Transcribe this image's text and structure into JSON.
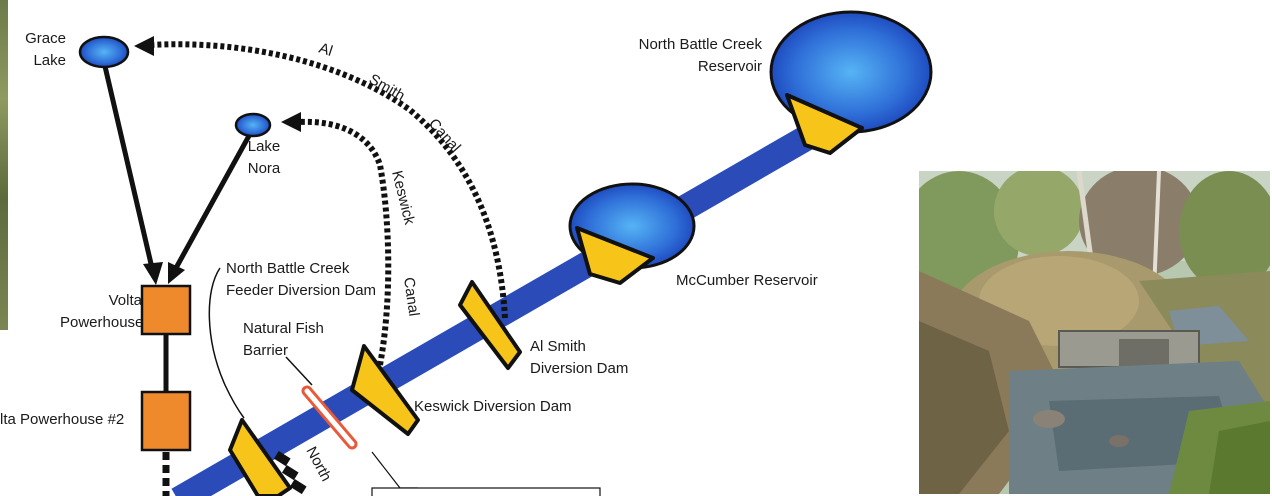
{
  "labels": {
    "grace_lake": [
      "Grace",
      "Lake"
    ],
    "lake_nora": [
      "Lake",
      "Nora"
    ],
    "north_battle_creek_reservoir": [
      "North Battle Creek",
      "Reservoir"
    ],
    "mccumber_reservoir": "McCumber Reservoir",
    "volta_powerhouse": [
      "Volta",
      "Powerhouse"
    ],
    "volta_powerhouse_2": "lta Powerhouse #2",
    "feeder_dam": [
      "North Battle Creek",
      "Feeder Diversion Dam"
    ],
    "natural_fish_barrier": [
      "Natural Fish",
      "Barrier"
    ],
    "al_smith_dam": [
      "Al Smith",
      "Diversion Dam"
    ],
    "keswick_dam": "Keswick Diversion Dam",
    "al_smith_canal": [
      "Al",
      "Smith",
      "Canal"
    ],
    "keswick_canal": [
      "Keswick",
      "Canal"
    ],
    "north_creek": "North"
  },
  "colors": {
    "creek": "#2a4bb8",
    "reservoir": "#2f6fd8",
    "reservoir_center": "#4fa3f0",
    "dam": "#f7c51a",
    "powerhouse": "#ef8a2c",
    "fish_barrier": "#e85a3a",
    "canal": "#111111"
  },
  "icons": {
    "photo": "creek-photo-diversion-weir"
  }
}
